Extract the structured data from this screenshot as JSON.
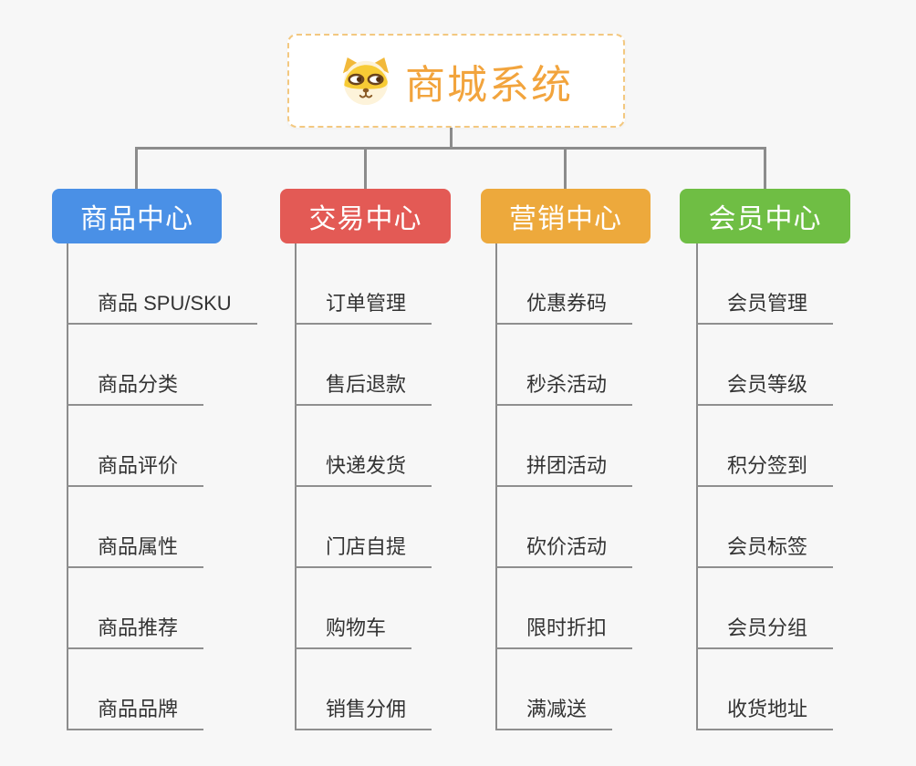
{
  "root": {
    "title": "商城系统",
    "icon": "shiba-dog-icon"
  },
  "branches": [
    {
      "label": "商品中心",
      "color": "#4a90e6",
      "items": [
        "商品 SPU/SKU",
        "商品分类",
        "商品评价",
        "商品属性",
        "商品推荐",
        "商品品牌"
      ]
    },
    {
      "label": "交易中心",
      "color": "#e35a55",
      "items": [
        "订单管理",
        "售后退款",
        "快递发货",
        "门店自提",
        "购物车",
        "销售分佣"
      ]
    },
    {
      "label": "营销中心",
      "color": "#eda93c",
      "items": [
        "优惠券码",
        "秒杀活动",
        "拼团活动",
        "砍价活动",
        "限时折扣",
        "满减送"
      ]
    },
    {
      "label": "会员中心",
      "color": "#6fbe44",
      "items": [
        "会员管理",
        "会员等级",
        "积分签到",
        "会员标签",
        "会员分组",
        "收货地址"
      ]
    }
  ],
  "style": {
    "root_accent": "#f2a43d",
    "root_border": "#f3c880",
    "connector_color": "#8c8c8c",
    "background": "#f7f7f7",
    "item_text": "#333333"
  }
}
